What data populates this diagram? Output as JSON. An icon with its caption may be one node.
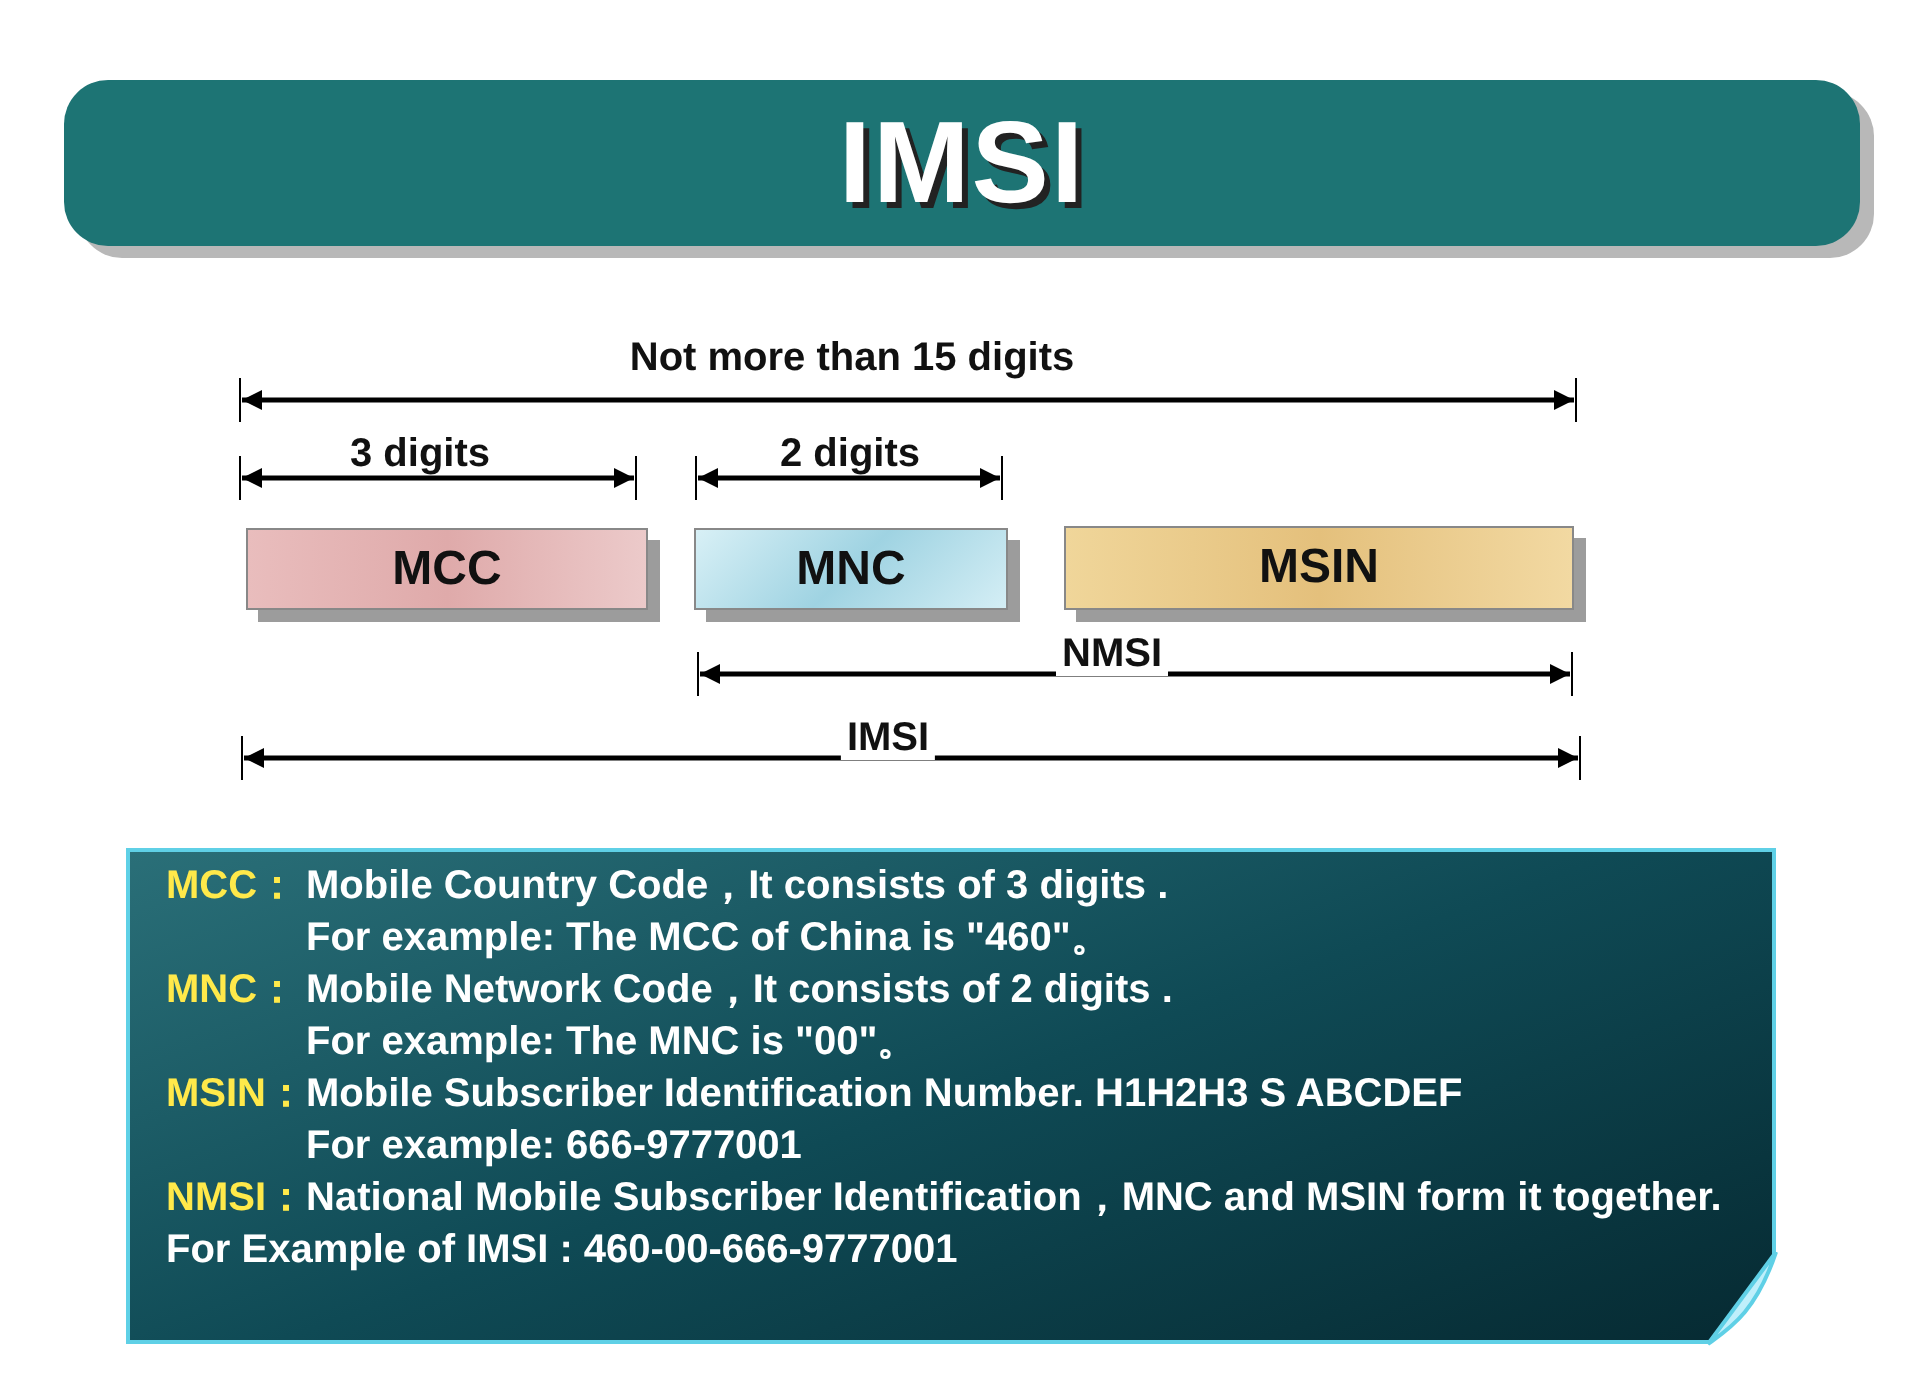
{
  "diagram": {
    "title": "IMSI",
    "nodes": [
      {
        "text": [
          "MCC"
        ]
      },
      {
        "text": [
          "MNC"
        ]
      },
      {
        "text": [
          "MSIN"
        ]
      },
      {
        "text": [
          "MCC：",
          "Mobile Country Code，It consists of 3 digits .",
          "For example: The MCC of China is \"460\"。",
          "MNC：",
          "Mobile Network Code，It consists of 2 digits .",
          "For example: The MNC is \"00\"。",
          "MSIN：",
          "Mobile Subscriber Identification Number. H1H2H3 S ABCDEF",
          "For example: 666-9777001",
          "NMSI：",
          "National Mobile Subscriber Identification，MNC and MSIN form it together.",
          "For Example of IMSI : 460-00-666-9777001"
        ]
      }
    ],
    "labels": [
      "Not more than 15 digits",
      "3 digits",
      "2 digits",
      "NMSI",
      "IMSI"
    ]
  }
}
